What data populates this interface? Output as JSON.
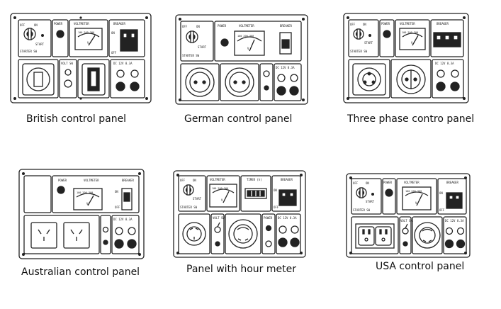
{
  "panels": [
    {
      "caption": "British control panel",
      "labels": {
        "off": "OFF",
        "on": "ON",
        "start": "START",
        "starter": "STARTER SW",
        "power": "POWER",
        "voltmeter": "VOLTMETER",
        "breaker": "BREAKER",
        "volt_sw": "VOLT SW",
        "dc": "DC 12V 8.3A",
        "scale": "100 200 300",
        "v": "V",
        "b_on": "ON",
        "b_off": "OFF"
      }
    },
    {
      "caption": "German control panel",
      "labels": {
        "off": "OFF",
        "on": "ON",
        "start": "START",
        "starter": "STARTER SW",
        "power": "POWER",
        "voltmeter": "VOLTMETER",
        "breaker": "BREAKER",
        "dc": "DC 12V 8.3A",
        "scale": "100 200 300",
        "v": "V"
      }
    },
    {
      "caption": "Three phase contro panel",
      "labels": {
        "off": "OFF",
        "on": "ON",
        "start": "START",
        "starter": "STARTER SW",
        "power": "POWER",
        "voltmeter": "VOLTMETER",
        "breaker": "BREAKER",
        "dc": "DC 12V 8.3A",
        "scale": "100 200 300",
        "v": "V"
      }
    },
    {
      "caption": "Australian control panel",
      "labels": {
        "power": "POWER",
        "voltmeter": "VOLTMETER",
        "breaker": "BREAKER",
        "dc": "DC 12V 8.3A",
        "scale": "100 200 300",
        "v": "V",
        "b_on": "ON",
        "b_off": "OFF"
      }
    },
    {
      "caption": "Panel with hour meter",
      "labels": {
        "off": "OFF",
        "on": "ON",
        "start": "START",
        "starter": "STARTER SW",
        "voltmeter": "VOLTMETER",
        "timer": "TIMER (h)",
        "breaker": "BREAKER",
        "volt_sw": "VOLT SW",
        "power": "POWER",
        "dc": "DC 12V 8.3A",
        "scale": "100 200 300",
        "v": "V",
        "b_on": "ON",
        "b_off": "OFF"
      }
    },
    {
      "caption": "USA control panel",
      "labels": {
        "off": "OFF",
        "on": "ON",
        "start": "START",
        "starter": "STARTER SW",
        "power": "POWER",
        "voltmeter": "VOLTMETER",
        "breaker": "BREAKER",
        "volt_sw": "VOLT SW",
        "dc": "DC 12V 8.3A",
        "scale": "100 200 300",
        "v": "V",
        "b_on": "ON",
        "b_off": "OFF"
      }
    }
  ]
}
